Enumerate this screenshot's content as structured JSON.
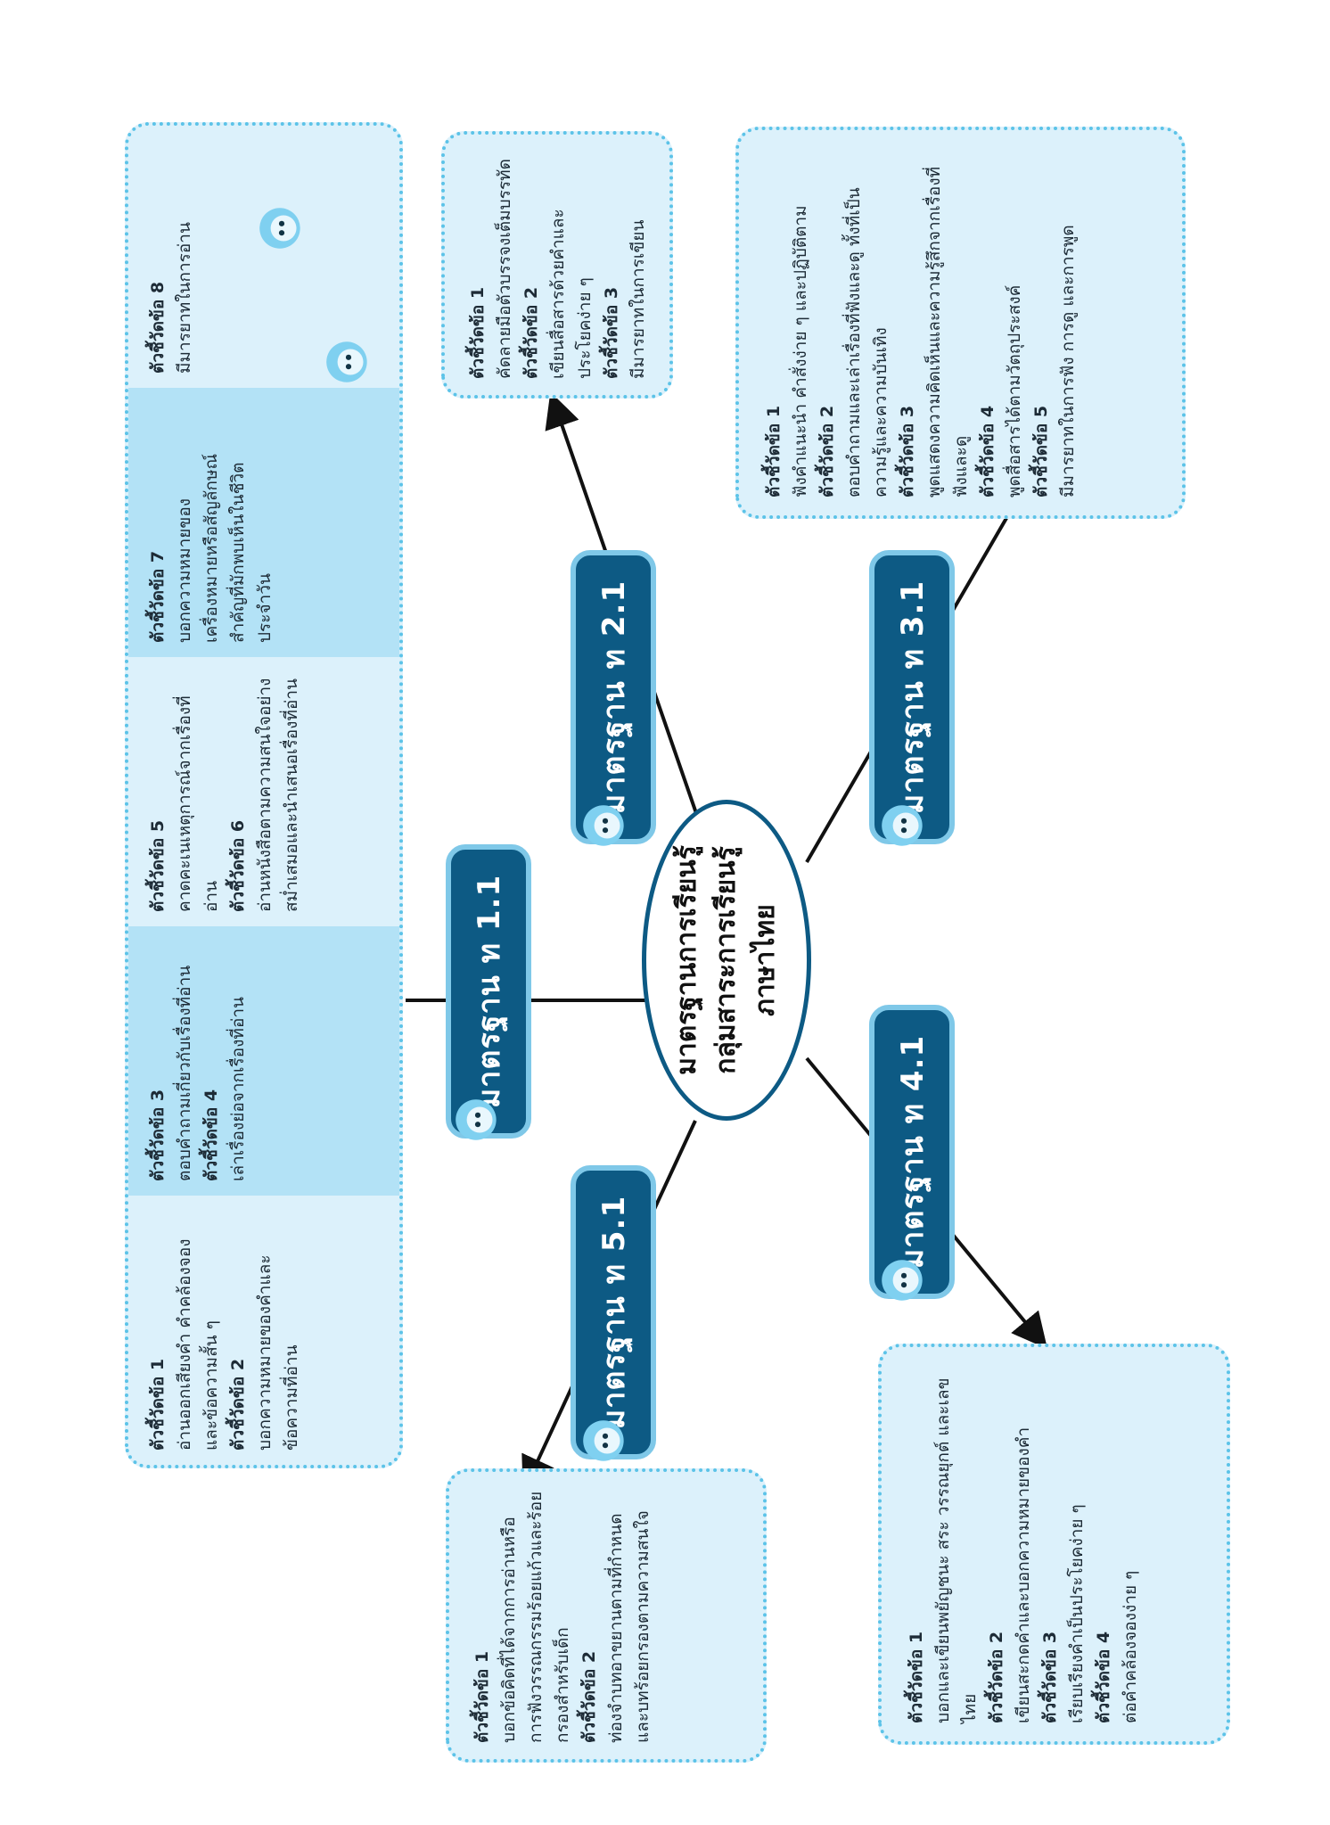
{
  "center": {
    "line1": "มาตรฐานการเรียนรู้",
    "line2": "กลุ่มสาระการเรียนรู้",
    "line3": "ภาษาไทย"
  },
  "standards": {
    "s11": "มาตรฐาน ท 1.1",
    "s21": "มาตรฐาน ท 2.1",
    "s31": "มาตรฐาน ท 3.1",
    "s41": "มาตรฐาน ท 4.1",
    "s51": "มาตรฐาน ท 5.1"
  },
  "box_11": {
    "i1h": "ตัวชี้วัดข้อ 1",
    "i1t": "อ่านออกเสียงคำ คำคล้องจอง และข้อความสั้น ๆ",
    "i2h": "ตัวชี้วัดข้อ 2",
    "i2t": "บอกความหมายของคำและข้อความที่อ่าน",
    "i3h": "ตัวชี้วัดข้อ 3",
    "i3t": "ตอบคำถามเกี่ยวกับเรื่องที่อ่าน",
    "i4h": "ตัวชี้วัดข้อ 4",
    "i4t": "เล่าเรื่องย่อจากเรื่องที่อ่าน",
    "i5h": "ตัวชี้วัดข้อ 5",
    "i5t": "คาดคะเนเหตุการณ์จากเรื่องที่อ่าน",
    "i6h": "ตัวชี้วัดข้อ 6",
    "i6t": "อ่านหนังสือตามความสนใจอย่างสม่ำเสมอและนำเสนอเรื่องที่อ่าน",
    "i7h": "ตัวชี้วัดข้อ 7",
    "i7t": "บอกความหมายของเครื่องหมายหรือสัญลักษณ์สำคัญที่มักพบเห็นในชีวิตประจำวัน",
    "i8h": "ตัวชี้วัดข้อ 8",
    "i8t": "มีมารยาทในการอ่าน"
  },
  "box_21": {
    "i1h": "ตัวชี้วัดข้อ 1",
    "i1t": "คัดลายมือตัวบรรจงเต็มบรรทัด",
    "i2h": "ตัวชี้วัดข้อ 2",
    "i2t": "เขียนสื่อสารด้วยคำและประโยคง่าย ๆ",
    "i3h": "ตัวชี้วัดข้อ 3",
    "i3t": "มีมารยาทในการเขียน"
  },
  "box_31": {
    "i1h": "ตัวชี้วัดข้อ 1",
    "i1t": "ฟังคำแนะนำ คำสั่งง่าย ๆ และปฏิบัติตาม",
    "i2h": "ตัวชี้วัดข้อ 2",
    "i2t": "ตอบคำถามและเล่าเรื่องที่ฟังและดู ทั้งที่เป็นความรู้และความบันเทิง",
    "i3h": "ตัวชี้วัดข้อ 3",
    "i3t": "พูดแสดงความคิดเห็นและความรู้สึกจากเรื่องที่ฟังและดู",
    "i4h": "ตัวชี้วัดข้อ 4",
    "i4t": "พูดสื่อสารได้ตามวัตถุประสงค์",
    "i5h": "ตัวชี้วัดข้อ 5",
    "i5t": "มีมารยาทในการฟัง การดู และการพูด"
  },
  "box_41": {
    "i1h": "ตัวชี้วัดข้อ 1",
    "i1t": "บอกและเขียนพยัญชนะ สระ วรรณยุกต์ และเลขไทย",
    "i2h": "ตัวชี้วัดข้อ 2",
    "i2t": "เขียนสะกดคำและบอกความหมายของคำ",
    "i3h": "ตัวชี้วัดข้อ 3",
    "i3t": "เรียบเรียงคำเป็นประโยคง่าย ๆ",
    "i4h": "ตัวชี้วัดข้อ 4",
    "i4t": "ต่อคำคล้องจองง่าย ๆ"
  },
  "box_51": {
    "i1h": "ตัวชี้วัดข้อ 1",
    "i1t": "บอกข้อคิดที่ได้จากการอ่านหรือการฟังวรรณกรรมร้อยแก้วและร้อยกรองสำหรับเด็ก",
    "i2h": "ตัวชี้วัดข้อ 2",
    "i2t": "ท่องจำบทอาขยานตามที่กำหนด และบทร้อยกรองตามความสนใจ"
  },
  "colors": {
    "navy": "#0d5a84",
    "box_fill": "#dcf1fb",
    "box_fill_dark": "#b3e2f6",
    "border": "#5cc3e8"
  },
  "icons": {
    "mascot": "child-mascot-icon",
    "arrow": "arrow-head-icon"
  }
}
